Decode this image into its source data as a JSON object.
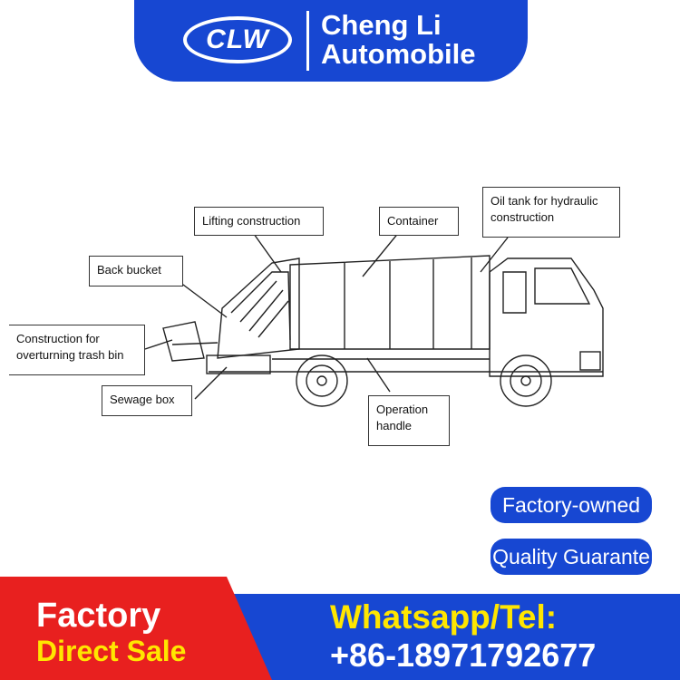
{
  "header": {
    "logo_text": "CLW",
    "brand_line1": "Cheng Li",
    "brand_line2": "Automobile"
  },
  "diagram_labels": {
    "lifting_construction": "Lifting construction",
    "container": "Container",
    "oil_tank_l1": "Oil tank for hydraulic",
    "oil_tank_l2": "construction",
    "back_bucket": "Back bucket",
    "overturning_l1": "Construction for",
    "overturning_l2": "overturning trash bin",
    "sewage_box": "Sewage box",
    "operation_l1": "Operation",
    "operation_l2": "handle"
  },
  "badges": {
    "factory_owned": "Factory-owned",
    "quality": "Quality Guarante"
  },
  "footer": {
    "factory_l1": "Factory",
    "factory_l2": "Direct Sale",
    "contact_l1": "Whatsapp/Tel:",
    "contact_l2": "+86-18971792677"
  },
  "colors": {
    "brand_blue": "#1747d2",
    "accent_red": "#e8201f",
    "accent_yellow": "#ffe600"
  }
}
